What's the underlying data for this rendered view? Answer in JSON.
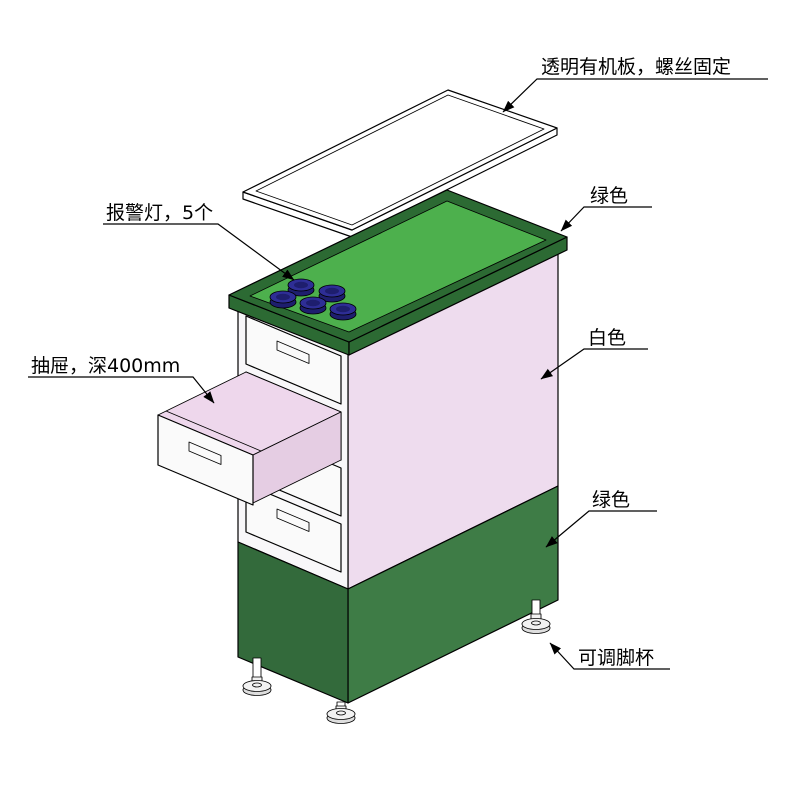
{
  "annotations": {
    "top_panel": {
      "label": "透明有机板，螺丝固定"
    },
    "top_green": {
      "label": "绿色"
    },
    "alarm": {
      "label": "报警灯，5个"
    },
    "side_white": {
      "label": "白色"
    },
    "drawer": {
      "label": "抽屉，深400mm"
    },
    "bottom_green": {
      "label": "绿色"
    },
    "feet": {
      "label": "可调脚杯"
    }
  },
  "colors": {
    "background": "#ffffff",
    "top_surface": "#4db04d",
    "rim_dark_green": "#2c6a33",
    "side_white_panel": "#eedcee",
    "side_lower_green": "#3e7c46",
    "front_white_panel": "#f8f7f9",
    "front_lower_green": "#336a3b",
    "drawer_face": "#fafafa",
    "drawer_wall": "#e5cde3",
    "drawer_interior": "#eed7ec",
    "slot_opening": "#ececf0",
    "acrylic_panel": "#ffffff",
    "alarm_light": "#2e2e96",
    "alarm_light_dark": "#1e1e6e",
    "foot_fill": "#f2f2f2",
    "foot_shadow": "#dedede"
  }
}
